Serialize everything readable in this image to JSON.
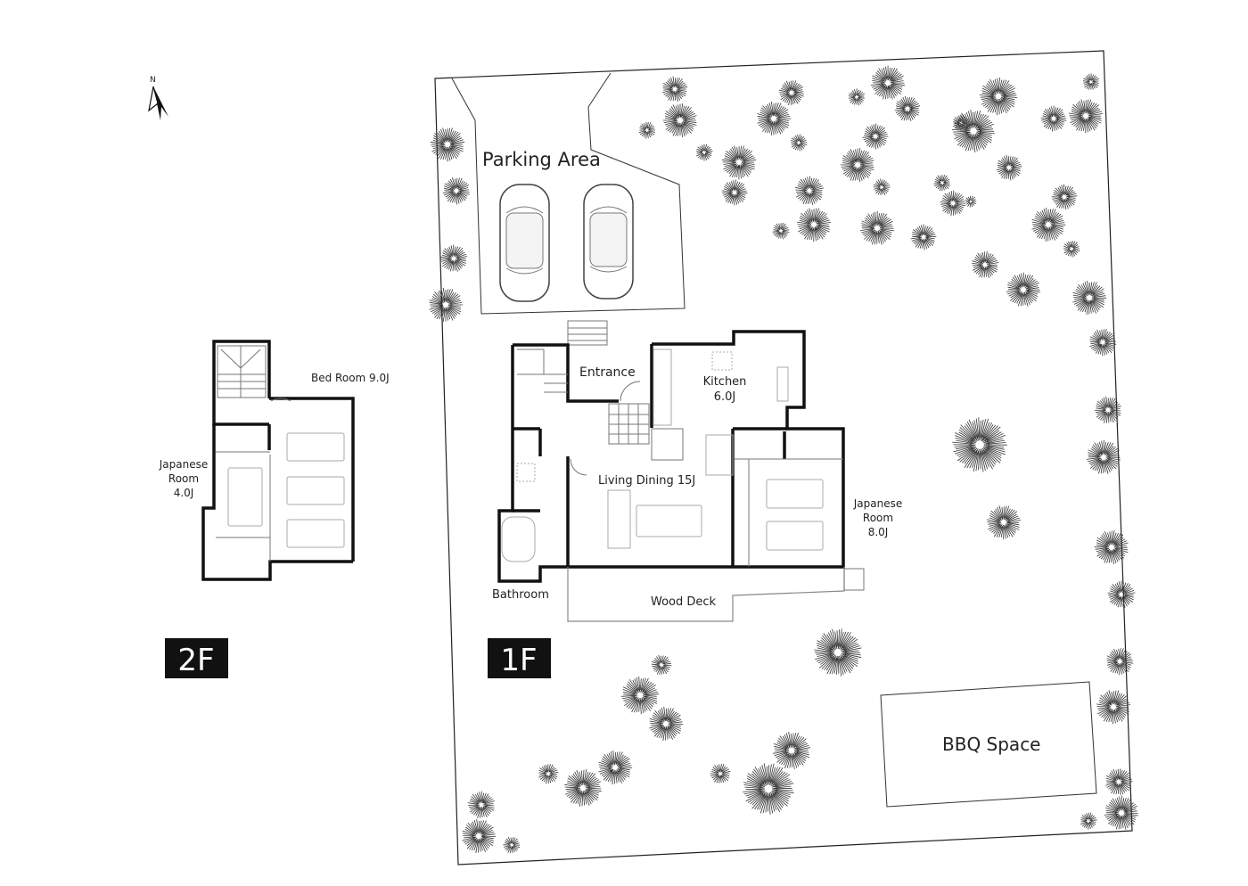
{
  "compass": {
    "label": "N"
  },
  "floors": {
    "second": {
      "badge": "2F",
      "rooms": {
        "bedroom": "Bed Room 9.0J",
        "japanese_room": [
          "Japanese",
          "Room",
          "4.0J"
        ]
      }
    },
    "first": {
      "badge": "1F",
      "rooms": {
        "entrance": "Entrance",
        "kitchen": [
          "Kitchen",
          "6.0J"
        ],
        "living_dining": "Living Dining 15J",
        "japanese_room": [
          "Japanese",
          "Room",
          "8.0J"
        ],
        "bathroom": "Bathroom",
        "wood_deck": "Wood Deck"
      }
    }
  },
  "site": {
    "parking": "Parking Area",
    "bbq": "BBQ Space"
  }
}
